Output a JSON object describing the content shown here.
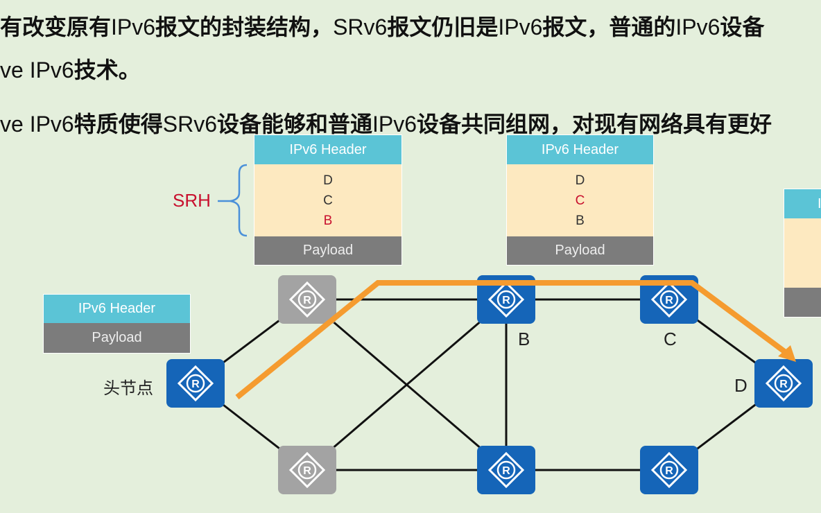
{
  "text": {
    "line1": [
      {
        "t": "有改变原有",
        "thin": false
      },
      {
        "t": "IPv6",
        "thin": true
      },
      {
        "t": "报文的封装结构，",
        "thin": false
      },
      {
        "t": "SRv6",
        "thin": true
      },
      {
        "t": "报文仍旧是",
        "thin": false
      },
      {
        "t": "IPv6",
        "thin": true
      },
      {
        "t": "报文，普通的",
        "thin": false
      },
      {
        "t": "IPv6",
        "thin": true
      },
      {
        "t": "设备",
        "thin": false
      }
    ],
    "line2": [
      {
        "t": "ve IPv6",
        "thin": true
      },
      {
        "t": "技术。",
        "thin": false
      }
    ],
    "line3": [
      {
        "t": "ve IPv6",
        "thin": true
      },
      {
        "t": "特质使得",
        "thin": false
      },
      {
        "t": "SRv6",
        "thin": true
      },
      {
        "t": "设备能够和普通",
        "thin": false
      },
      {
        "t": "IPv6",
        "thin": true
      },
      {
        "t": "设备共同组网，对现有网络具有更好",
        "thin": false
      }
    ]
  },
  "packets": {
    "head": {
      "header": "IPv6 Header",
      "payload": "Payload"
    },
    "at_b": {
      "header": "IPv6 Header",
      "sids": [
        "D",
        "C",
        "B"
      ],
      "active_index": 2,
      "payload": "Payload"
    },
    "at_c": {
      "header": "IPv6 Header",
      "sids": [
        "D",
        "C",
        "B"
      ],
      "active_index": 1,
      "payload": "Payload"
    },
    "at_d_partial": {
      "header": "I"
    }
  },
  "labels": {
    "srh": "SRH",
    "head_node": "头节点",
    "node_b": "B",
    "node_c": "C",
    "node_d": "D",
    "router_glyph": "R"
  },
  "colors": {
    "background": "#e4efdc",
    "router_srv6": "#1565b8",
    "router_ipv6": "#a3a3a3",
    "path": "#f59b2f",
    "header": "#5bc4d6",
    "srh_body": "#fde9c0",
    "payload": "#7c7c7c",
    "active_sid": "#c8102e"
  }
}
